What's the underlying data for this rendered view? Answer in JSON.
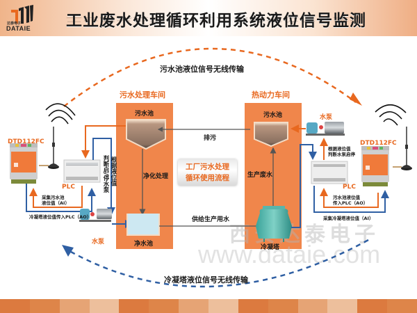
{
  "header": {
    "logo_small": "达泰电子",
    "logo_text": "DATAIE",
    "title": "工业废水处理循环利用系统液位信号监测"
  },
  "wireless": {
    "top_label": "污水池液位信号无线传输",
    "bottom_label": "冷凝塔液位信号无线传输",
    "top_color": "#e8681f",
    "bottom_color": "#2f5fa3"
  },
  "workshops": {
    "left": {
      "title": "污水处理车间",
      "tank_top": "污水池",
      "process": "净化处理",
      "tank_bottom": "净水池"
    },
    "right": {
      "title": "热动力车间",
      "tank_top": "污水池",
      "process": "生产废水",
      "tank_bottom": "冷凝塔"
    }
  },
  "flows": {
    "discharge": "排污",
    "supply": "供给生产用水",
    "flow_badge_line1": "工厂污水处理",
    "flow_badge_line2": "循环使用流程"
  },
  "left_station": {
    "device_model": "DTD112FC",
    "plc_label": "PLC",
    "pump_label": "水泵",
    "collect_label_line1": "采集污水池",
    "collect_label_line2": "液位值（AI）",
    "ao_label": "冷凝塔液位值传入PLC（AO）",
    "decision_col1": "根据液位值",
    "decision_col2": "判断启/停水泵"
  },
  "right_station": {
    "device_model": "DTD112FC",
    "plc_label": "PLC",
    "pump_label": "水泵",
    "decision_line1": "根据液位值",
    "decision_line2": "判断水泵启停",
    "ao_label_line1": "污水池液位值",
    "ao_label_line2": "传入PLC（AO）",
    "collect_label": "采集冷凝塔液位值（AI）"
  },
  "watermark": {
    "cn": "西安达泰电子",
    "url": "www.dataie.com"
  },
  "colors": {
    "accent_orange": "#e8681f",
    "workshop_fill": "#f0864b",
    "signal_blue": "#2f5fa3",
    "footer": [
      "#dc7a3f",
      "#de8549",
      "#e6a475",
      "#edbf9c",
      "#dc7a3f",
      "#de8549",
      "#e6a475",
      "#edbf9c",
      "#dc7a3f",
      "#de8549",
      "#e6a475",
      "#edbf9c",
      "#dc7a3f",
      "#de8549"
    ]
  }
}
